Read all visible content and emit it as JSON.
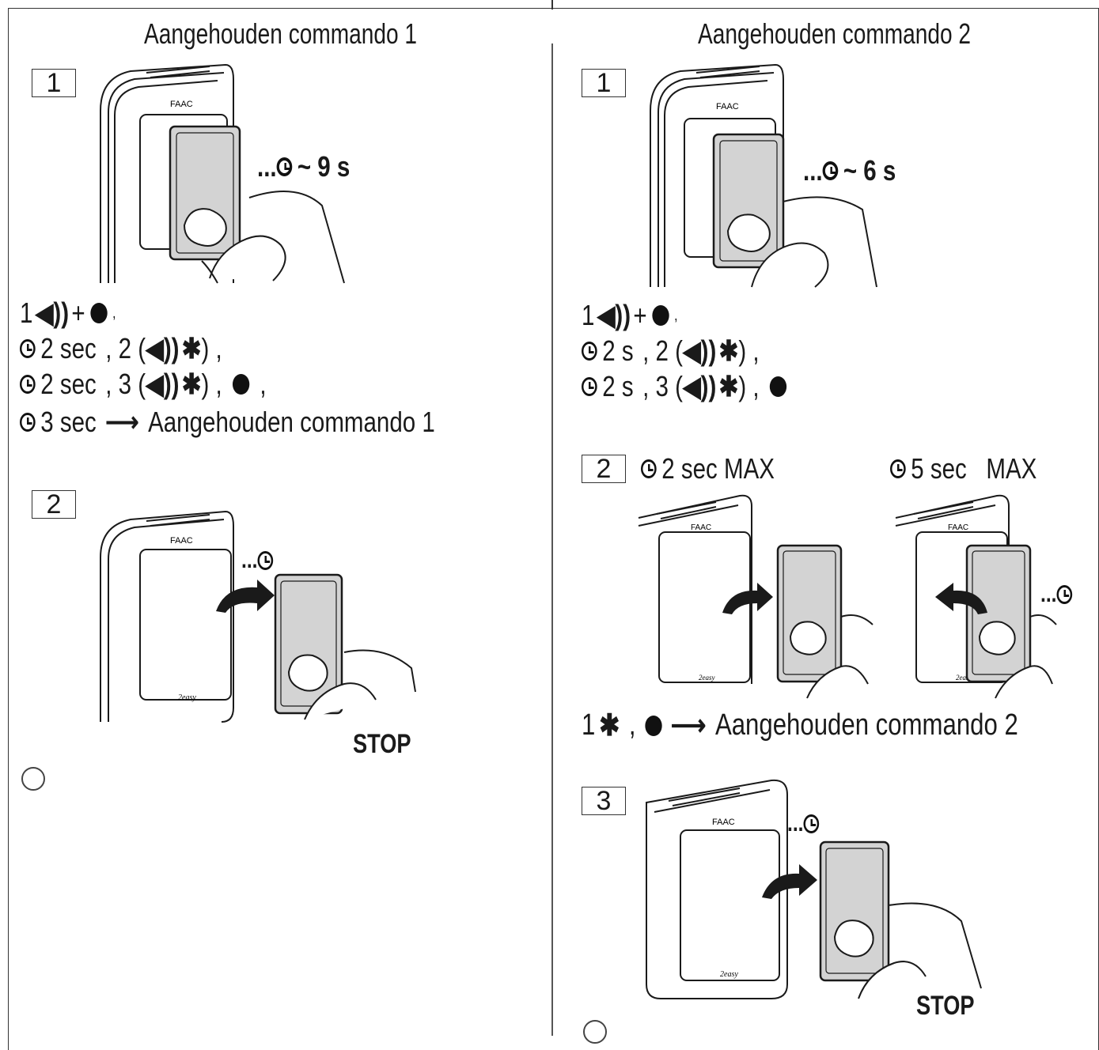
{
  "left": {
    "title": "Aangehouden commando 1",
    "step1_no": "1",
    "step1_time": "~ 9 s",
    "instructions": [
      {
        "prefix": "1",
        "sound": "◀))",
        "plus": "+",
        "end": ","
      },
      {
        "time": "2 sec",
        "mid": ", 2 (",
        "sound": "◀))",
        "star": "✱",
        "end": ") ,"
      },
      {
        "time": "2 sec",
        "mid": ", 3 (",
        "sound": "◀))",
        "star": "✱",
        "end": ") ,",
        "end2": ","
      },
      {
        "time": "3 sec",
        "arrow": "⟶",
        "result": "Aangehouden commando 1"
      }
    ],
    "step2_no": "2",
    "stop": "STOP"
  },
  "right": {
    "title": "Aangehouden commando 2",
    "step1_no": "1",
    "step1_time": "~ 6 s",
    "instructions": [
      {
        "prefix": "1",
        "sound": "◀))",
        "plus": "+",
        "end": ","
      },
      {
        "time": "2 s",
        "mid": ", 2 (",
        "sound": "◀))",
        "star": "✱",
        "end": ") ,"
      },
      {
        "time": "2 s",
        "mid": ", 3 (",
        "sound": "◀))",
        "star": "✱",
        "end": ") ,"
      }
    ],
    "step2_no": "2",
    "step2_a": "2 sec MAX",
    "step2_b": "5 sec   MAX",
    "result_line": {
      "prefix": "1",
      "star": "✱",
      "comma": ",",
      "arrow": "⟶",
      "result": "Aangehouden commando 2"
    },
    "step3_no": "3",
    "stop": "STOP"
  },
  "brand": "FAAC",
  "colors": {
    "card": "#d3d3d3",
    "line": "#1a1a1a"
  }
}
